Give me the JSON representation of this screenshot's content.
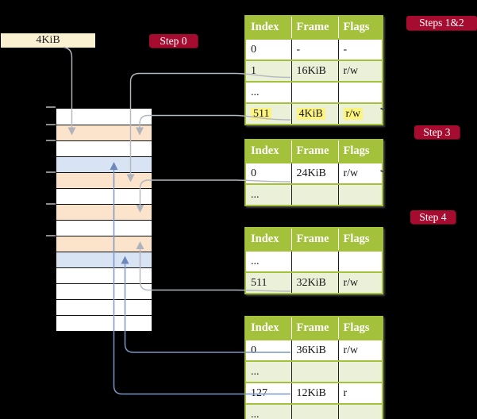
{
  "page_size_label": "4KiB",
  "badges": {
    "step0": "Step 0",
    "steps12": "Steps 1&2",
    "step3": "Step 3",
    "step4": "Step 4"
  },
  "table_headers": [
    "Index",
    "Frame",
    "Flags"
  ],
  "tables": [
    {
      "name": "page-table-level-1",
      "rows": [
        [
          "0",
          "-",
          "-"
        ],
        [
          "1",
          "16KiB",
          "r/w"
        ],
        [
          "...",
          "",
          ""
        ],
        [
          "511",
          "4KiB",
          "r/w"
        ]
      ],
      "highlighted_row_index": 3
    },
    {
      "name": "page-table-level-2",
      "rows": [
        [
          "0",
          "24KiB",
          "r/w"
        ],
        [
          "...",
          "",
          ""
        ]
      ]
    },
    {
      "name": "page-table-level-3",
      "rows": [
        [
          "...",
          "",
          ""
        ],
        [
          "511",
          "32KiB",
          "r/w"
        ]
      ]
    },
    {
      "name": "page-table-level-4",
      "rows": [
        [
          "0",
          "36KiB",
          "r/w"
        ],
        [
          "...",
          "",
          ""
        ],
        [
          "127",
          "12KiB",
          "r"
        ],
        [
          "...",
          "",
          ""
        ]
      ]
    }
  ],
  "memory_column": {
    "row_count": 14,
    "row_fills": [
      "white",
      "peach",
      "white",
      "blue",
      "peach",
      "white",
      "peach",
      "white",
      "peach",
      "blue",
      "white",
      "white",
      "white",
      "white"
    ]
  },
  "colors": {
    "background": "#000000",
    "table_header_green": "#A4C13C",
    "table_row_green": "#EBF0D9",
    "highlight_yellow": "#FDF47F",
    "badge_crimson": "#A60C2F",
    "label_cream": "#FAF0D2",
    "frame_peach": "#FCE3CC",
    "frame_blue": "#D8E4F3",
    "connector_gray": "#B3B7BE",
    "connector_blue": "#7B96C4",
    "arrowhead_gray": "#AFB3BB",
    "arrowhead_blue": "#6D89BC",
    "tick_gray": "#8C8C8C",
    "edge_dash": "#474747"
  }
}
